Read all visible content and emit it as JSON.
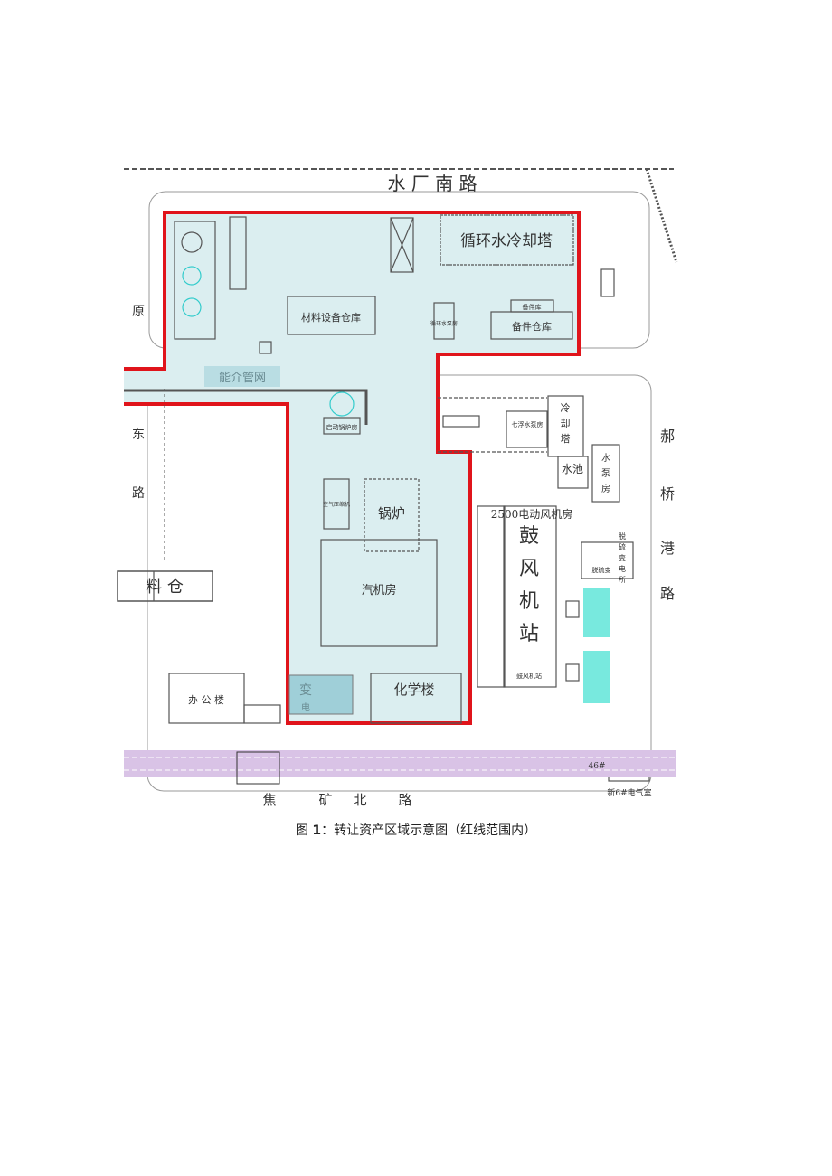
{
  "colors": {
    "boundary": "#e0141b",
    "area_fill": "#dbeef0",
    "pipe_label_bg": "#b9dde3",
    "rail": "#b98fcc",
    "pool": "#3fe0d0"
  },
  "roads": {
    "north": "水 厂 南 路",
    "east": [
      "郝",
      "桥",
      "港",
      "路"
    ],
    "south": [
      "焦",
      "矿",
      "北",
      "路"
    ],
    "west": [
      "原",
      "东",
      "路"
    ]
  },
  "labels": {
    "pipe_network": "能介管网",
    "cooling_tower": "循环水冷却塔",
    "material_warehouse": "材料设备仓库",
    "spare_parts_warehouse": "备件仓库",
    "spare_parts_store": "备件库",
    "pump_house_small": "循环水泵房",
    "boiler": "锅炉",
    "turbine_house": "汽机房",
    "startup_boiler": "启动锅炉房",
    "air_compressor": "空气压缩机",
    "blower_station": [
      "鼓",
      "风",
      "机",
      "站"
    ],
    "blower_station_small": "鼓风机站",
    "motor_blower": "2500电动风机房",
    "cooling_tower_2": [
      "冷",
      "却",
      "塔"
    ],
    "pool": "水池",
    "pump_house": [
      "水",
      "泵",
      "房"
    ],
    "qifu_pump": "七浮水泵房",
    "desulf_sub": [
      "脱",
      "硫",
      "变",
      "电",
      "所"
    ],
    "desulf": "脱硫变",
    "material_bin": "料  仓",
    "office": "办 公 楼",
    "substation": [
      "变",
      "电"
    ],
    "chem_building": "化学楼",
    "electrical_room": "新6#电气室",
    "num_46": "46#"
  },
  "caption": {
    "prefix": "图 ",
    "number": "1",
    "text": "：转让资产区域示意图（红线范围内）"
  }
}
